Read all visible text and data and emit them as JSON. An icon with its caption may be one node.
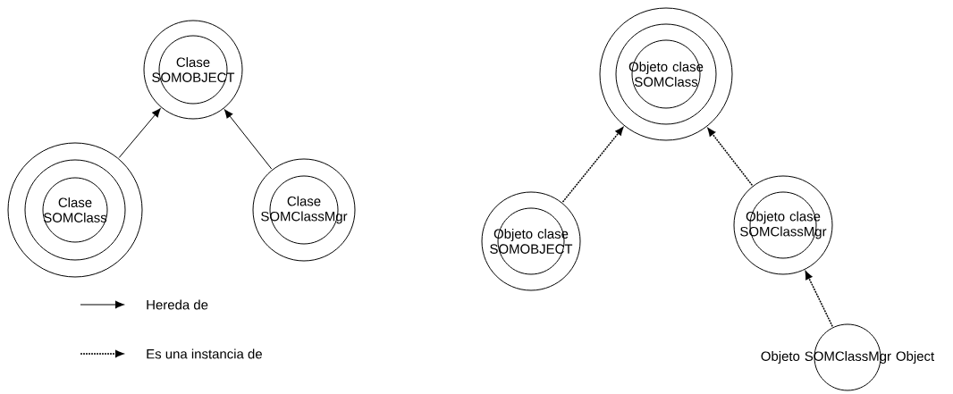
{
  "diagram": {
    "nodes": [
      {
        "text": [
          "Clase SOMOBJECT"
        ]
      },
      {
        "text": [
          "Clase SOMClass"
        ]
      },
      {
        "text": [
          "Clase SOMClassMgr"
        ]
      },
      {
        "text": [
          "Objeto clase SOMClass"
        ]
      },
      {
        "text": [
          "Objeto clase SOMOBJECT"
        ]
      },
      {
        "text": [
          "Objeto clase SOMClassMgr"
        ]
      },
      {
        "text": [
          "Objeto SOMClassMgr Object"
        ]
      }
    ],
    "edges": [
      {
        "from": 1,
        "to": 0,
        "arrow": "to"
      },
      {
        "from": 2,
        "to": 0,
        "arrow": "to"
      },
      {
        "from": 4,
        "to": 3,
        "arrow": "to",
        "style": "dashed"
      },
      {
        "from": 5,
        "to": 3,
        "arrow": "to",
        "style": "dashed"
      },
      {
        "from": 6,
        "to": 5,
        "arrow": "to",
        "style": "dashed"
      }
    ],
    "legend": [
      {
        "text": "Hereda de"
      },
      {
        "text": "Es una instancia de"
      }
    ]
  }
}
